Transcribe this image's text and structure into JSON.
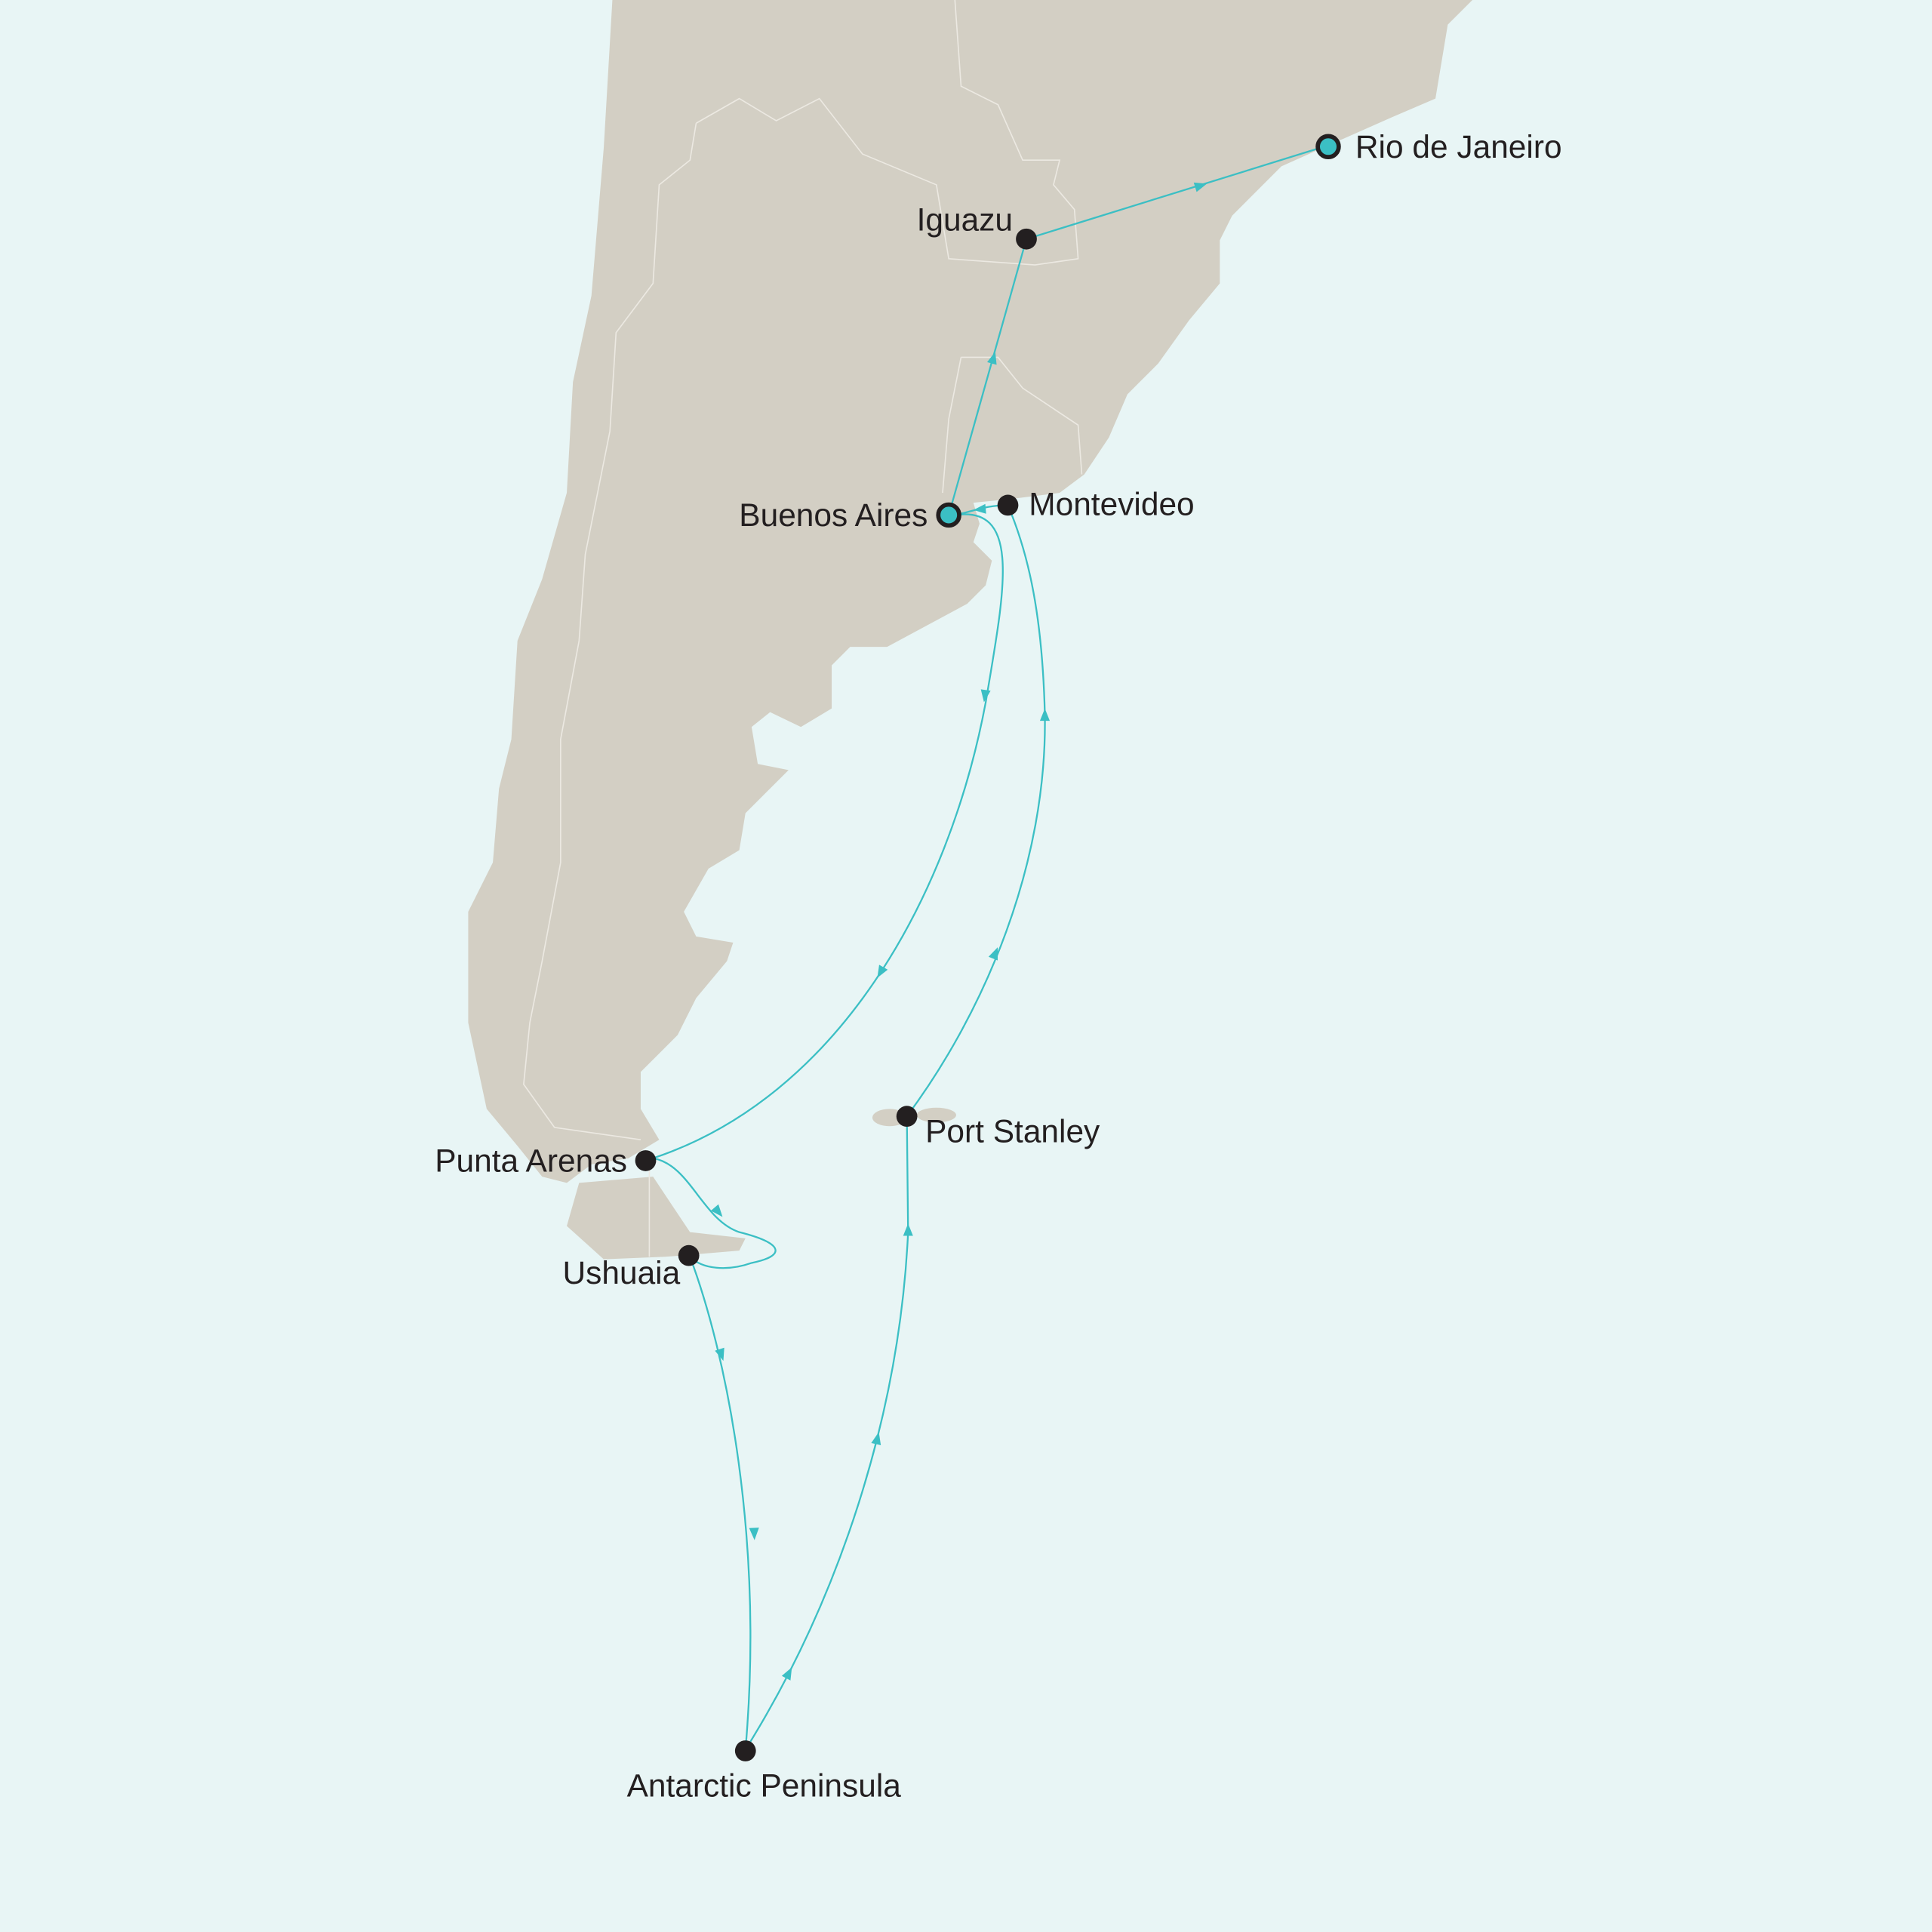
{
  "map": {
    "colors": {
      "sea": "#e8f5f5",
      "land": "#d3cfc4",
      "route": "#3bbfc4",
      "marker": "#231f20"
    },
    "ports": [
      {
        "name": "Rio de Janeiro",
        "type": "start-end"
      },
      {
        "name": "Iguazu",
        "type": "stop"
      },
      {
        "name": "Buenos Aires",
        "type": "start-end"
      },
      {
        "name": "Montevideo",
        "type": "stop"
      },
      {
        "name": "Punta Arenas",
        "type": "stop"
      },
      {
        "name": "Ushuaia",
        "type": "stop"
      },
      {
        "name": "Port Stanley",
        "type": "stop"
      },
      {
        "name": "Antarctic Peninsula",
        "type": "stop"
      }
    ]
  }
}
